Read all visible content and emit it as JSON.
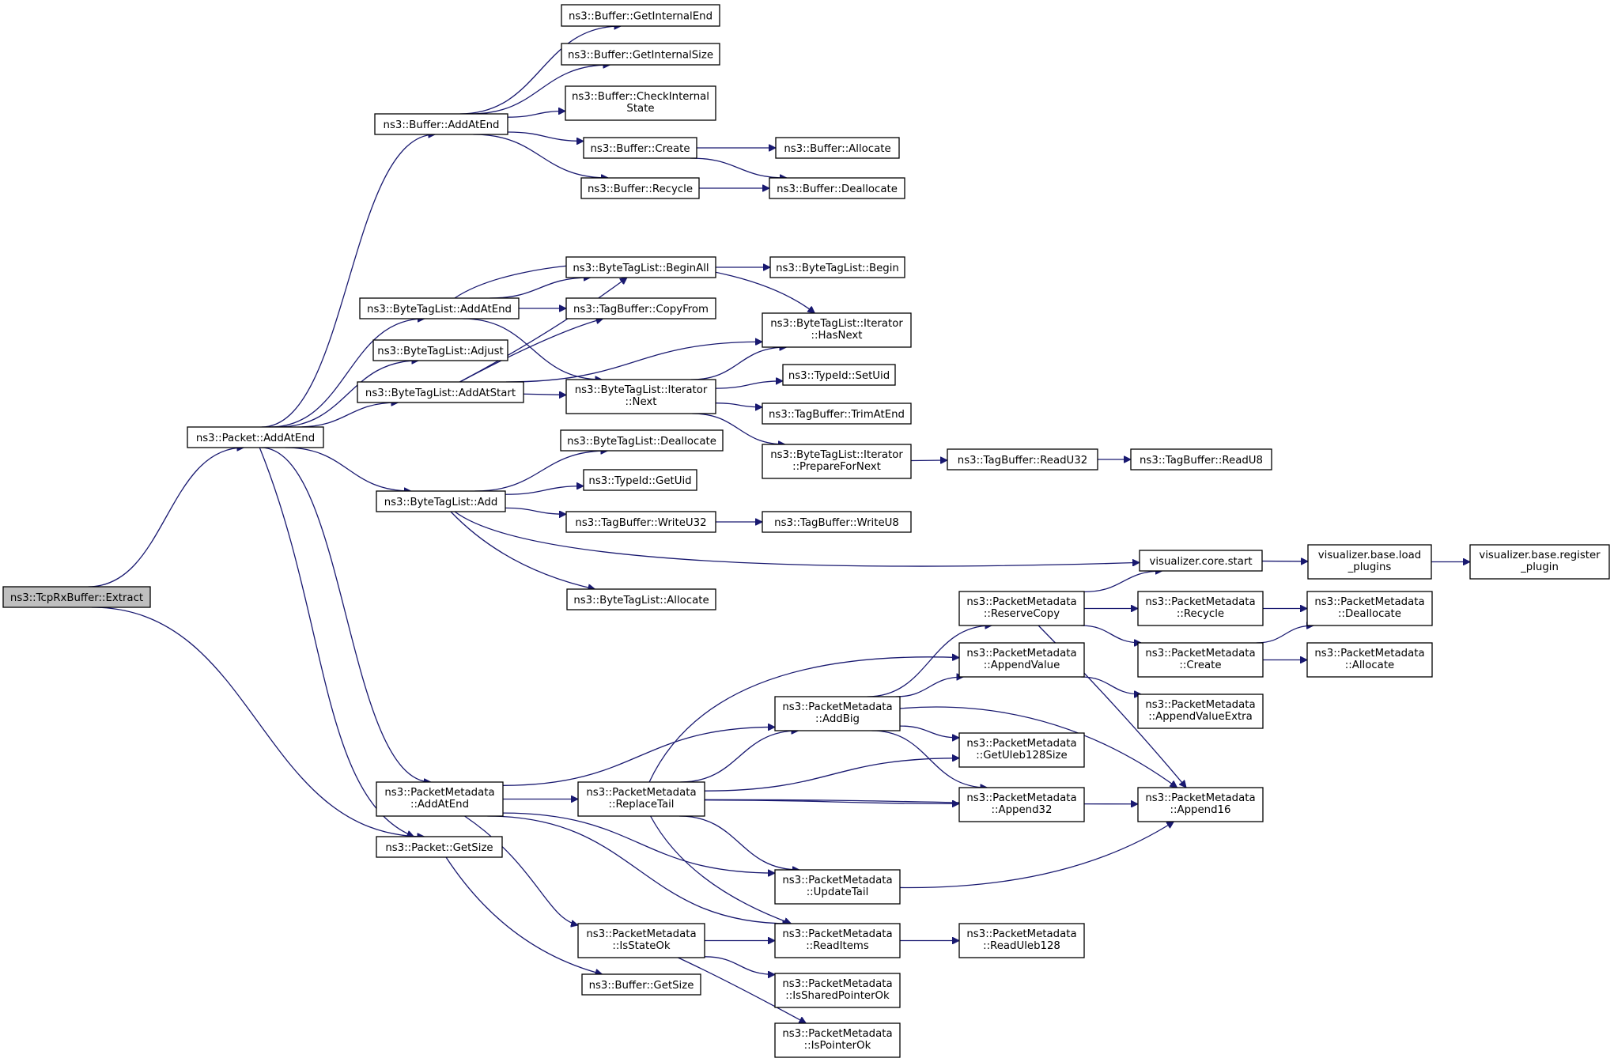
{
  "colors": {
    "edge": "#191970",
    "node_border": "#000000",
    "root_fill": "#bfbfbf",
    "node_fill": "#ffffff",
    "background": "#ffffff"
  },
  "nodes": [
    {
      "id": "extract",
      "lines": [
        "ns3::TcpRxBuffer::Extract"
      ],
      "root": true
    },
    {
      "id": "pkt_addatend",
      "lines": [
        "ns3::Packet::AddAtEnd"
      ]
    },
    {
      "id": "pkt_getsize",
      "lines": [
        "ns3::Packet::GetSize"
      ]
    },
    {
      "id": "buf_addatend",
      "lines": [
        "ns3::Buffer::AddAtEnd"
      ]
    },
    {
      "id": "buf_getinternalend",
      "lines": [
        "ns3::Buffer::GetInternalEnd"
      ]
    },
    {
      "id": "buf_getinternalsize",
      "lines": [
        "ns3::Buffer::GetInternalSize"
      ]
    },
    {
      "id": "buf_checkinternal",
      "lines": [
        "ns3::Buffer::CheckInternal",
        "State"
      ]
    },
    {
      "id": "buf_create",
      "lines": [
        "ns3::Buffer::Create"
      ]
    },
    {
      "id": "buf_recycle",
      "lines": [
        "ns3::Buffer::Recycle"
      ]
    },
    {
      "id": "buf_allocate",
      "lines": [
        "ns3::Buffer::Allocate"
      ]
    },
    {
      "id": "buf_deallocate",
      "lines": [
        "ns3::Buffer::Deallocate"
      ]
    },
    {
      "id": "btl_addatend",
      "lines": [
        "ns3::ByteTagList::AddAtEnd"
      ]
    },
    {
      "id": "btl_adjust",
      "lines": [
        "ns3::ByteTagList::Adjust"
      ]
    },
    {
      "id": "btl_addatstart",
      "lines": [
        "ns3::ByteTagList::AddAtStart"
      ]
    },
    {
      "id": "btl_add",
      "lines": [
        "ns3::ByteTagList::Add"
      ]
    },
    {
      "id": "btl_beginall",
      "lines": [
        "ns3::ByteTagList::BeginAll"
      ]
    },
    {
      "id": "btl_begin",
      "lines": [
        "ns3::ByteTagList::Begin"
      ]
    },
    {
      "id": "tb_copyfrom",
      "lines": [
        "ns3::TagBuffer::CopyFrom"
      ]
    },
    {
      "id": "btli_hasnext",
      "lines": [
        "ns3::ByteTagList::Iterator",
        "::HasNext"
      ]
    },
    {
      "id": "btli_next",
      "lines": [
        "ns3::ByteTagList::Iterator",
        "::Next"
      ]
    },
    {
      "id": "typeid_setuid",
      "lines": [
        "ns3::TypeId::SetUid"
      ]
    },
    {
      "id": "tb_trimatend",
      "lines": [
        "ns3::TagBuffer::TrimAtEnd"
      ]
    },
    {
      "id": "btli_preparefornext",
      "lines": [
        "ns3::ByteTagList::Iterator",
        "::PrepareForNext"
      ]
    },
    {
      "id": "tb_readu32",
      "lines": [
        "ns3::TagBuffer::ReadU32"
      ]
    },
    {
      "id": "tb_readu8",
      "lines": [
        "ns3::TagBuffer::ReadU8"
      ]
    },
    {
      "id": "btl_deallocate",
      "lines": [
        "ns3::ByteTagList::Deallocate"
      ]
    },
    {
      "id": "typeid_getuid",
      "lines": [
        "ns3::TypeId::GetUid"
      ]
    },
    {
      "id": "tb_writeu32",
      "lines": [
        "ns3::TagBuffer::WriteU32"
      ]
    },
    {
      "id": "tb_writeu8",
      "lines": [
        "ns3::TagBuffer::WriteU8"
      ]
    },
    {
      "id": "btl_allocate",
      "lines": [
        "ns3::ByteTagList::Allocate"
      ]
    },
    {
      "id": "vis_core_start",
      "lines": [
        "visualizer.core.start"
      ]
    },
    {
      "id": "vis_base_load",
      "lines": [
        "visualizer.base.load",
        "_plugins"
      ]
    },
    {
      "id": "vis_base_register",
      "lines": [
        "visualizer.base.register",
        "_plugin"
      ]
    },
    {
      "id": "pm_addatend",
      "lines": [
        "ns3::PacketMetadata",
        "::AddAtEnd"
      ]
    },
    {
      "id": "pm_replacetail",
      "lines": [
        "ns3::PacketMetadata",
        "::ReplaceTail"
      ]
    },
    {
      "id": "pm_isstateok",
      "lines": [
        "ns3::PacketMetadata",
        "::IsStateOk"
      ]
    },
    {
      "id": "buf_getsize",
      "lines": [
        "ns3::Buffer::GetSize"
      ]
    },
    {
      "id": "pm_addbig",
      "lines": [
        "ns3::PacketMetadata",
        "::AddBig"
      ]
    },
    {
      "id": "pm_updatetail",
      "lines": [
        "ns3::PacketMetadata",
        "::UpdateTail"
      ]
    },
    {
      "id": "pm_readitems",
      "lines": [
        "ns3::PacketMetadata",
        "::ReadItems"
      ]
    },
    {
      "id": "pm_issharedpointerok",
      "lines": [
        "ns3::PacketMetadata",
        "::IsSharedPointerOk"
      ]
    },
    {
      "id": "pm_ispointerok",
      "lines": [
        "ns3::PacketMetadata",
        "::IsPointerOk"
      ]
    },
    {
      "id": "pm_reservecopy",
      "lines": [
        "ns3::PacketMetadata",
        "::ReserveCopy"
      ]
    },
    {
      "id": "pm_appendvalue",
      "lines": [
        "ns3::PacketMetadata",
        "::AppendValue"
      ]
    },
    {
      "id": "pm_getuleb128size",
      "lines": [
        "ns3::PacketMetadata",
        "::GetUleb128Size"
      ]
    },
    {
      "id": "pm_append32",
      "lines": [
        "ns3::PacketMetadata",
        "::Append32"
      ]
    },
    {
      "id": "pm_readuleb128",
      "lines": [
        "ns3::PacketMetadata",
        "::ReadUleb128"
      ]
    },
    {
      "id": "pm_recycle",
      "lines": [
        "ns3::PacketMetadata",
        "::Recycle"
      ]
    },
    {
      "id": "pm_create",
      "lines": [
        "ns3::PacketMetadata",
        "::Create"
      ]
    },
    {
      "id": "pm_appendvalueextra",
      "lines": [
        "ns3::PacketMetadata",
        "::AppendValueExtra"
      ]
    },
    {
      "id": "pm_append16",
      "lines": [
        "ns3::PacketMetadata",
        "::Append16"
      ]
    },
    {
      "id": "pm_deallocate",
      "lines": [
        "ns3::PacketMetadata",
        "::Deallocate"
      ]
    },
    {
      "id": "pm_allocate",
      "lines": [
        "ns3::PacketMetadata",
        "::Allocate"
      ]
    }
  ],
  "edges": [
    [
      "extract",
      "pkt_addatend"
    ],
    [
      "extract",
      "pkt_getsize"
    ],
    [
      "pkt_addatend",
      "buf_addatend"
    ],
    [
      "pkt_addatend",
      "btl_addatend"
    ],
    [
      "pkt_addatend",
      "btl_adjust"
    ],
    [
      "pkt_addatend",
      "btl_addatstart"
    ],
    [
      "pkt_addatend",
      "btl_add"
    ],
    [
      "pkt_addatend",
      "pm_addatend"
    ],
    [
      "pkt_addatend",
      "pkt_getsize"
    ],
    [
      "buf_addatend",
      "buf_getinternalend"
    ],
    [
      "buf_addatend",
      "buf_getinternalsize"
    ],
    [
      "buf_addatend",
      "buf_checkinternal"
    ],
    [
      "buf_addatend",
      "buf_create"
    ],
    [
      "buf_addatend",
      "buf_recycle"
    ],
    [
      "buf_create",
      "buf_allocate"
    ],
    [
      "buf_create",
      "buf_deallocate"
    ],
    [
      "buf_recycle",
      "buf_deallocate"
    ],
    [
      "btl_addatend",
      "btli_hasnext"
    ],
    [
      "btl_addatend",
      "btl_beginall"
    ],
    [
      "btl_addatend",
      "tb_copyfrom"
    ],
    [
      "btl_addatend",
      "btli_next"
    ],
    [
      "btl_beginall",
      "btl_begin"
    ],
    [
      "btl_addatstart",
      "btl_beginall"
    ],
    [
      "btl_addatstart",
      "tb_copyfrom"
    ],
    [
      "btl_addatstart",
      "btli_hasnext"
    ],
    [
      "btl_addatstart",
      "btli_next"
    ],
    [
      "btli_next",
      "btli_hasnext"
    ],
    [
      "btli_next",
      "typeid_setuid"
    ],
    [
      "btli_next",
      "tb_trimatend"
    ],
    [
      "btli_next",
      "btli_preparefornext"
    ],
    [
      "btli_preparefornext",
      "tb_readu32"
    ],
    [
      "tb_readu32",
      "tb_readu8"
    ],
    [
      "btl_add",
      "btl_deallocate"
    ],
    [
      "btl_add",
      "typeid_getuid"
    ],
    [
      "btl_add",
      "tb_writeu32"
    ],
    [
      "btl_add",
      "btl_allocate"
    ],
    [
      "btl_add",
      "vis_core_start"
    ],
    [
      "tb_writeu32",
      "tb_writeu8"
    ],
    [
      "vis_core_start",
      "vis_base_load"
    ],
    [
      "vis_base_load",
      "vis_base_register"
    ],
    [
      "pkt_getsize",
      "buf_getsize"
    ],
    [
      "pm_addatend",
      "pm_addbig"
    ],
    [
      "pm_addatend",
      "pm_replacetail"
    ],
    [
      "pm_addatend",
      "pm_isstateok"
    ],
    [
      "pm_addatend",
      "pm_updatetail"
    ],
    [
      "pm_addatend",
      "pm_readitems"
    ],
    [
      "pm_replacetail",
      "pm_appendvalue"
    ],
    [
      "pm_replacetail",
      "pm_addbig"
    ],
    [
      "pm_replacetail",
      "pm_getuleb128size"
    ],
    [
      "pm_replacetail",
      "pm_append32"
    ],
    [
      "pm_replacetail",
      "pm_append16"
    ],
    [
      "pm_replacetail",
      "pm_updatetail"
    ],
    [
      "pm_replacetail",
      "pm_readitems"
    ],
    [
      "pm_isstateok",
      "pm_readitems"
    ],
    [
      "pm_isstateok",
      "pm_issharedpointerok"
    ],
    [
      "pm_isstateok",
      "pm_ispointerok"
    ],
    [
      "pm_addbig",
      "pm_reservecopy"
    ],
    [
      "pm_addbig",
      "pm_appendvalue"
    ],
    [
      "pm_addbig",
      "pm_getuleb128size"
    ],
    [
      "pm_addbig",
      "pm_append32"
    ],
    [
      "pm_addbig",
      "pm_append16"
    ],
    [
      "pm_updatetail",
      "pm_append16"
    ],
    [
      "pm_readitems",
      "pm_readuleb128"
    ],
    [
      "pm_reservecopy",
      "vis_core_start"
    ],
    [
      "pm_reservecopy",
      "pm_recycle"
    ],
    [
      "pm_reservecopy",
      "pm_create"
    ],
    [
      "pm_reservecopy",
      "pm_append16"
    ],
    [
      "pm_appendvalue",
      "pm_appendvalueextra"
    ],
    [
      "pm_recycle",
      "pm_deallocate"
    ],
    [
      "pm_create",
      "pm_deallocate"
    ],
    [
      "pm_create",
      "pm_allocate"
    ]
  ]
}
